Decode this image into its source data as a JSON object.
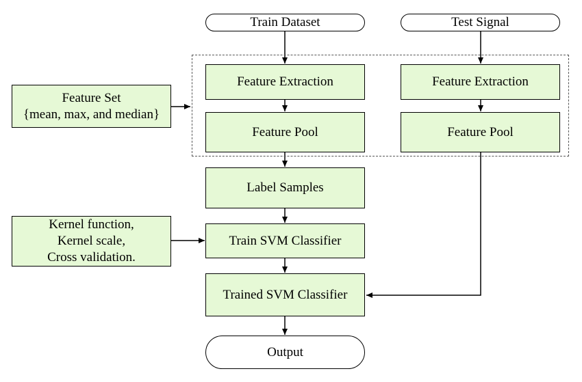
{
  "colors": {
    "box_fill": "#e6f9d6",
    "stroke": "#000000",
    "dashed_group": "#555555",
    "background": "#ffffff"
  },
  "nodes": {
    "train_dataset": "Train Dataset",
    "test_signal": "Test Signal",
    "train_feature_extraction": "Feature Extraction",
    "train_feature_pool": "Feature Pool",
    "test_feature_extraction": "Feature Extraction",
    "test_feature_pool": "Feature Pool",
    "feature_set": [
      "Feature Set",
      "{mean, max, and median}"
    ],
    "label_samples": "Label Samples",
    "svm_params": [
      "Kernel function,",
      "Kernel scale,",
      "Cross validation."
    ],
    "train_svm": "Train SVM Classifier",
    "trained_svm": "Trained SVM Classifier",
    "output": "Output"
  }
}
